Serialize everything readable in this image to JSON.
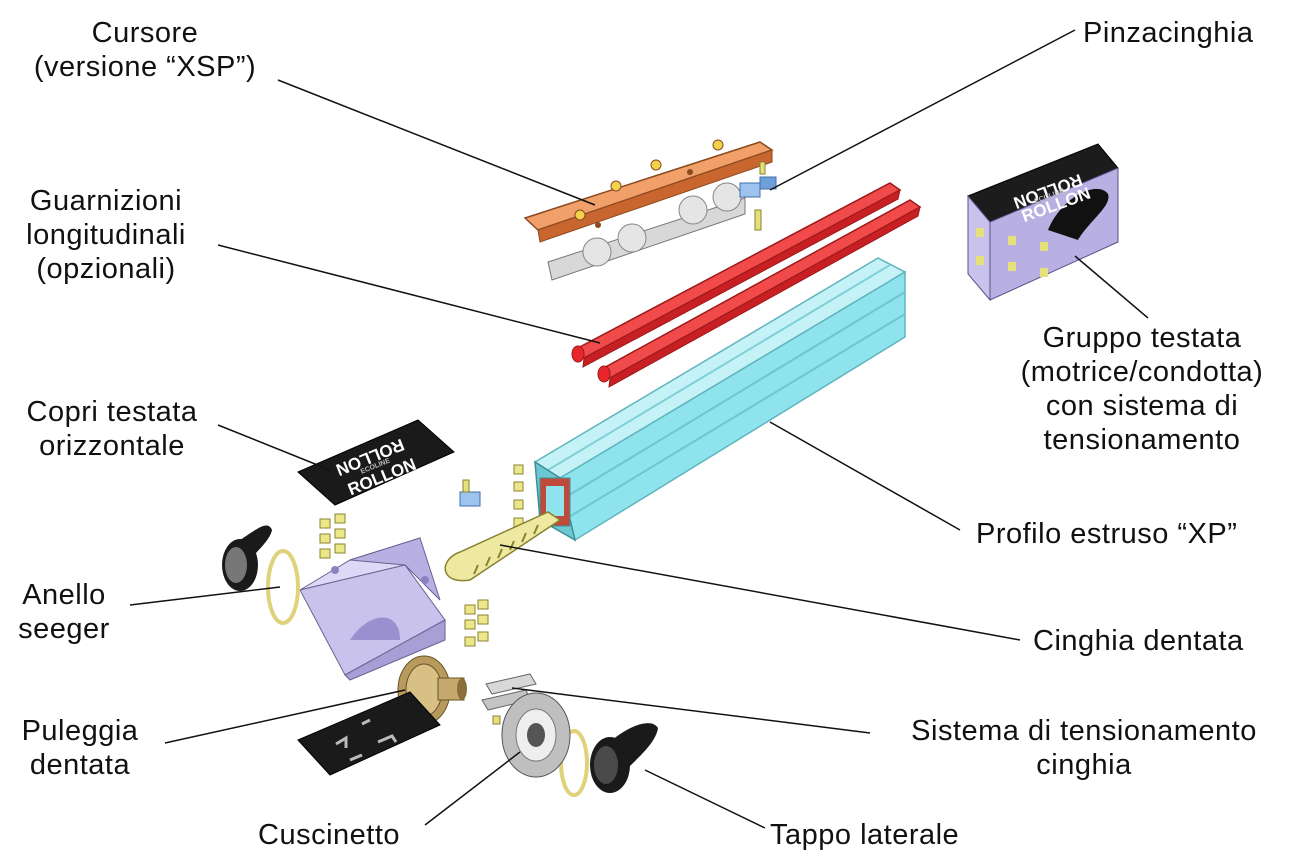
{
  "labels": {
    "cursore": [
      "Cursore",
      "(versione “XSP”)"
    ],
    "pinzacinghia": [
      "Pinzacinghia"
    ],
    "guarnizioni": [
      "Guarnizioni",
      "longitudinali",
      "(opzionali)"
    ],
    "gruppo_testata": [
      "Gruppo testata",
      "(motrice/condotta)",
      "con sistema di",
      "tensionamento"
    ],
    "copri_testata": [
      "Copri testata",
      "orizzontale"
    ],
    "profilo": [
      "Profilo estruso “XP”"
    ],
    "anello": [
      "Anello",
      "seeger"
    ],
    "cinghia": [
      "Cinghia dentata"
    ],
    "puleggia": [
      "Puleggia",
      "dentata"
    ],
    "sistema_tensionamento": [
      "Sistema di tensionamento",
      "cinghia"
    ],
    "cuscinetto": [
      "Cuscinetto"
    ],
    "tappo": [
      "Tappo laterale"
    ]
  },
  "brand": {
    "name": "ROLLON",
    "subline": "ECOLINE"
  },
  "colors": {
    "carriage": "#e8854a",
    "seal": "#e8252c",
    "profile": "#8fe3ec",
    "head_block": "#c9c2ec",
    "belt": "#e6e29a",
    "cover": "#1a1a1a",
    "leader_line": "#111111"
  }
}
